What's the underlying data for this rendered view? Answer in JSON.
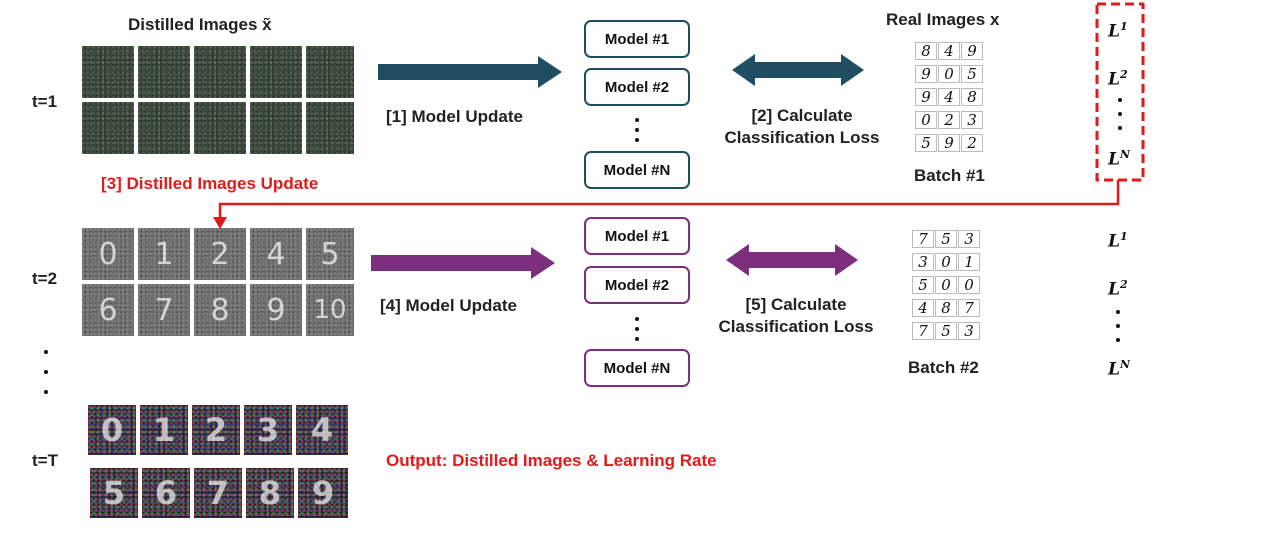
{
  "labels": {
    "distilled_title": "Distilled Images x̃",
    "real_title": "Real Images x",
    "t1": "t=1",
    "t2": "t=2",
    "tT": "t=T",
    "step1": "[1] Model Update",
    "step2_line1": "[2] Calculate",
    "step2_line2": "Classification Loss",
    "step3": "[3] Distilled Images Update",
    "step4": "[4] Model Update",
    "step5_line1": "[5] Calculate",
    "step5_line2": "Classification Loss",
    "batch1": "Batch #1",
    "batch2": "Batch #2",
    "output": "Output: Distilled Images & Learning Rate"
  },
  "models": [
    "Model #1",
    "Model #2",
    "Model #N"
  ],
  "losses": [
    "L",
    "L",
    "L"
  ],
  "loss_sups": [
    "1",
    "2",
    "N"
  ],
  "t2_tiles": [
    "0",
    "1",
    "2",
    "4",
    "5",
    "6",
    "7",
    "8",
    "9",
    "10"
  ],
  "tT_tiles": [
    "0",
    "1",
    "2",
    "3",
    "4",
    "5",
    "6",
    "7",
    "8",
    "9"
  ],
  "batch1_digits": [
    "8",
    "4",
    "9",
    "9",
    "0",
    "5",
    "9",
    "4",
    "8",
    "0",
    "2",
    "3",
    "5",
    "9",
    "2"
  ],
  "batch2_digits": [
    "7",
    "5",
    "3",
    "3",
    "0",
    "1",
    "5",
    "0",
    "0",
    "4",
    "8",
    "7",
    "7",
    "5",
    "3"
  ],
  "colors": {
    "teal": "#1f4e63",
    "purple": "#7b2f7d",
    "red": "#e01b1b"
  }
}
